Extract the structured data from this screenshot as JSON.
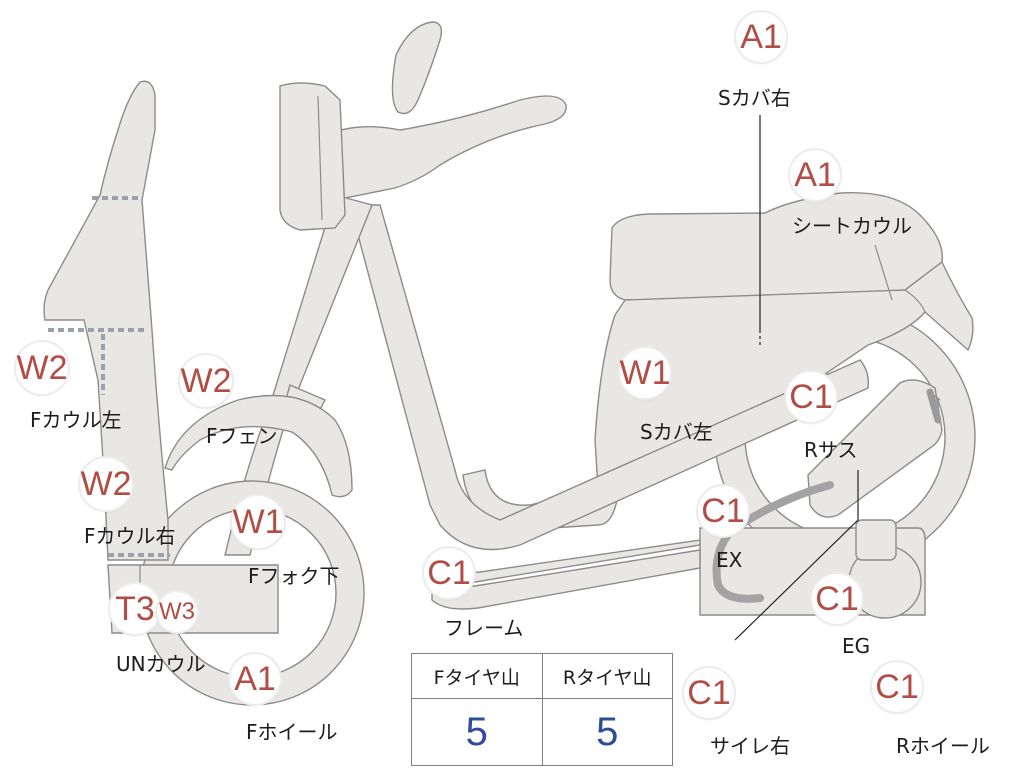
{
  "badges": {
    "sc_right_grade": "A1",
    "seat_cowl_grade": "A1",
    "f_cowl_left_grade": "W2",
    "f_fender_grade": "W2",
    "s_cover_left_grade": "W1",
    "r_sus_grade": "C1",
    "f_cowl_right_grade": "W2",
    "f_fork_lower_grade": "W1",
    "ex_grade": "C1",
    "frame_grade": "C1",
    "un_cowl_grade": "T3",
    "un_cowl_sub_grade": "W3",
    "eg_grade": "C1",
    "f_wheel_grade": "A1",
    "muffler_right_grade": "C1",
    "r_wheel_grade": "C1"
  },
  "labels": {
    "sc_right": "Sカバ右",
    "seat_cowl": "シートカウル",
    "f_cowl_left": "Fカウル左",
    "f_fender": "Fフェン",
    "s_cover_left": "Sカバ左",
    "r_sus": "Rサス",
    "f_cowl_right": "Fカウル右",
    "f_fork_lower": "Fフォク下",
    "ex": "EX",
    "frame": "フレーム",
    "un_cowl": "UNカウル",
    "eg": "EG",
    "f_wheel": "Fホイール",
    "muffler_right": "サイレ右",
    "r_wheel": "Rホイール"
  },
  "tire_table": {
    "front_header": "Fタイヤ山",
    "rear_header": "Rタイヤ山",
    "front_value": "5",
    "rear_value": "5"
  },
  "colors": {
    "badge_grade": "#b24d45",
    "tire_value": "#2e4c9a",
    "part_fill": "#e8e7e3"
  }
}
